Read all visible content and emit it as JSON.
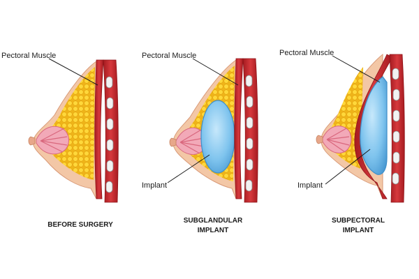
{
  "panels": [
    {
      "id": "before",
      "muscle_label": "Pectoral Muscle",
      "caption_line1": "BEFORE SURGERY",
      "caption_line2": ""
    },
    {
      "id": "subglandular",
      "muscle_label": "Pectoral Muscle",
      "implant_label": "Implant",
      "caption_line1": "SUBGLANDULAR",
      "caption_line2": "IMPLANT"
    },
    {
      "id": "subpectoral",
      "muscle_label": "Pectoral Muscle",
      "implant_label": "Implant",
      "caption_line1": "SUBPECTORAL",
      "caption_line2": "IMPLANT"
    }
  ],
  "colors": {
    "skin": "#f3c7a6",
    "skin_edge": "#d99a78",
    "fat": "#f6c520",
    "fat_globule": "#ffdd44",
    "gland": "#f2a9b8",
    "muscle": "#c9262b",
    "muscle_dark": "#8e1418",
    "rib": "#f4f4f4",
    "implant": "#7fc4ee",
    "implant_edge": "#3f8fc9"
  }
}
